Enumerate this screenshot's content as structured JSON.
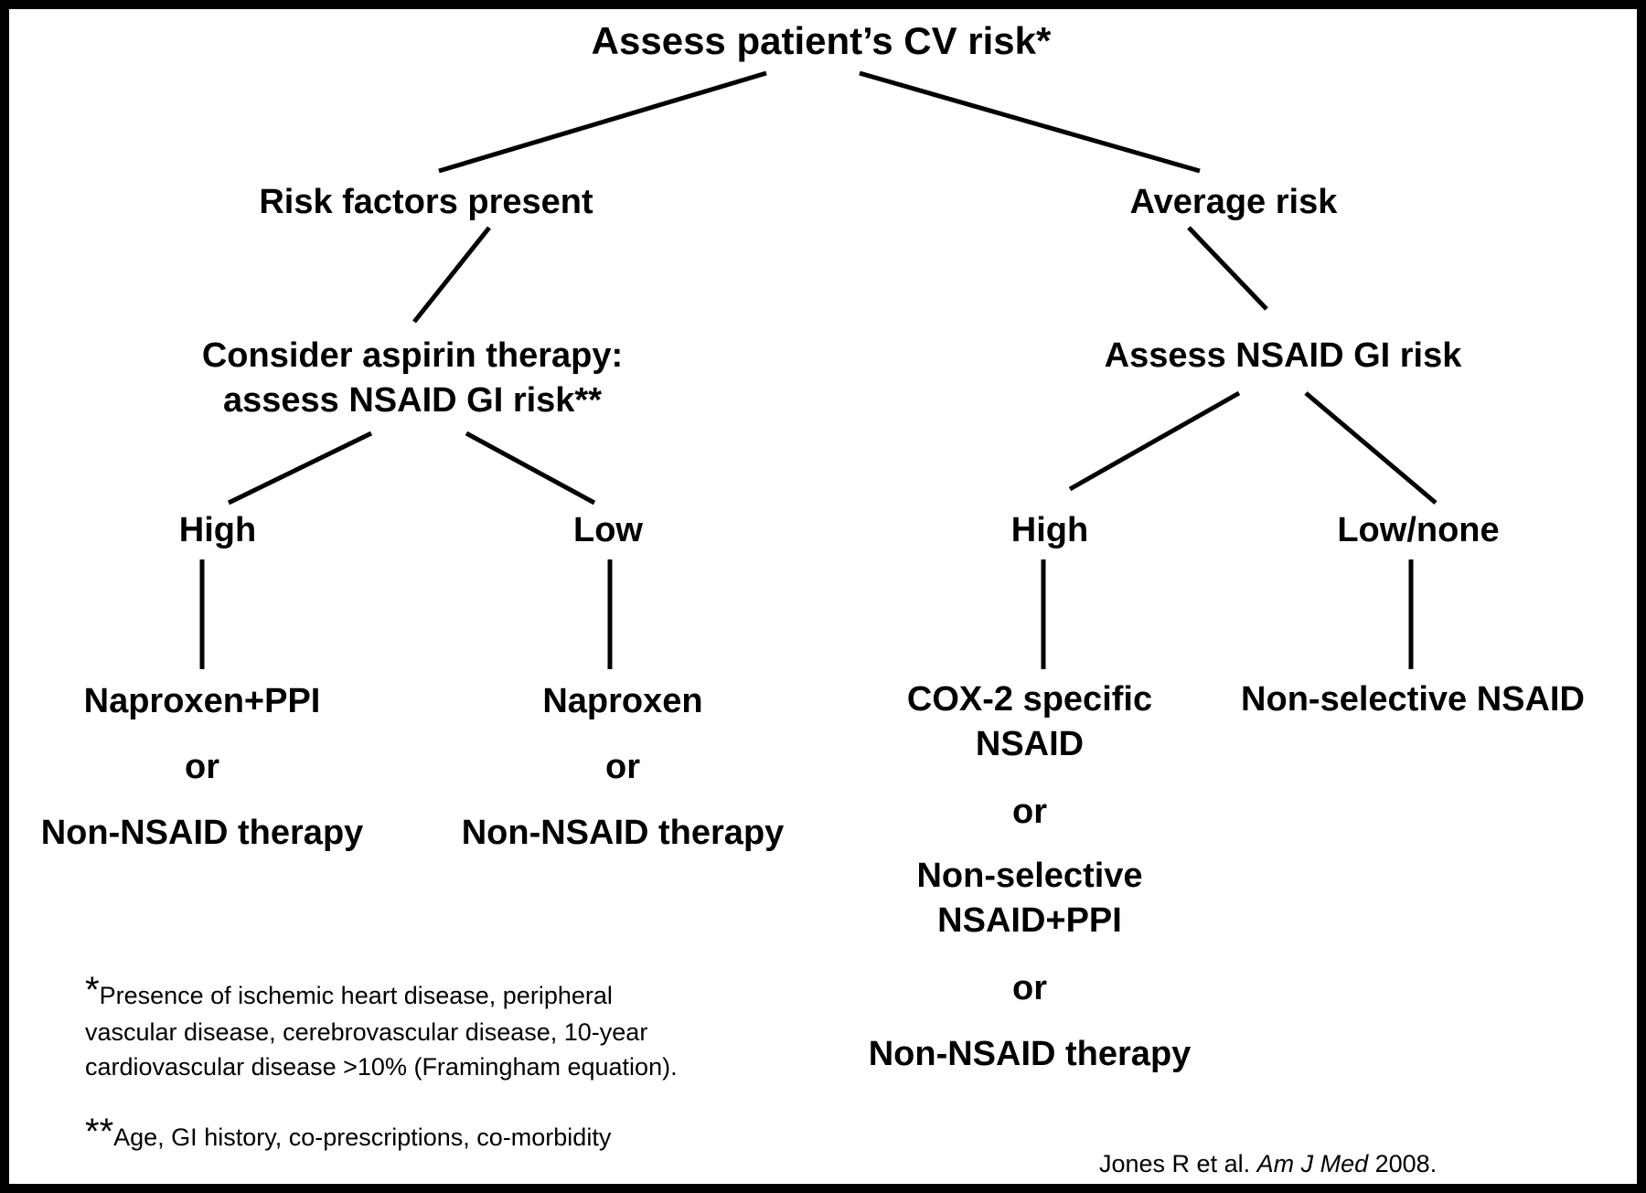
{
  "diagram": {
    "root": "Assess patient’s CV risk*",
    "branch_left": "Risk factors present",
    "branch_right": "Average risk",
    "left_step": "Consider aspirin therapy:\nassess NSAID GI risk**",
    "right_step": "Assess NSAID GI risk",
    "left_high": "High",
    "left_low": "Low",
    "right_high": "High",
    "right_low": "Low/none",
    "rec_left_high": {
      "a": "Naproxen+PPI",
      "or": "or",
      "b": "Non-NSAID therapy"
    },
    "rec_left_low": {
      "a": "Naproxen",
      "or": "or",
      "b": "Non-NSAID therapy"
    },
    "rec_right_high": {
      "a": "COX-2 specific\nNSAID",
      "or1": "or",
      "b": "Non-selective\nNSAID+PPI",
      "or2": "or",
      "c": "Non-NSAID therapy"
    },
    "rec_right_low": {
      "a": "Non-selective NSAID"
    }
  },
  "footnotes": [
    {
      "mark": "*",
      "text": "Presence of ischemic heart disease, peripheral\nvascular disease, cerebrovascular disease, 10-year\ncardiovascular disease >10% (Framingham equation)."
    },
    {
      "mark": "**",
      "text": "Age, GI history, co-prescriptions, co-morbidity"
    }
  ],
  "citation": {
    "authors": "Jones R et al. ",
    "journal": "Am J Med",
    "year": " 2008."
  },
  "colors": {
    "line": "#000000",
    "text": "#000000",
    "background": "#ffffff"
  }
}
